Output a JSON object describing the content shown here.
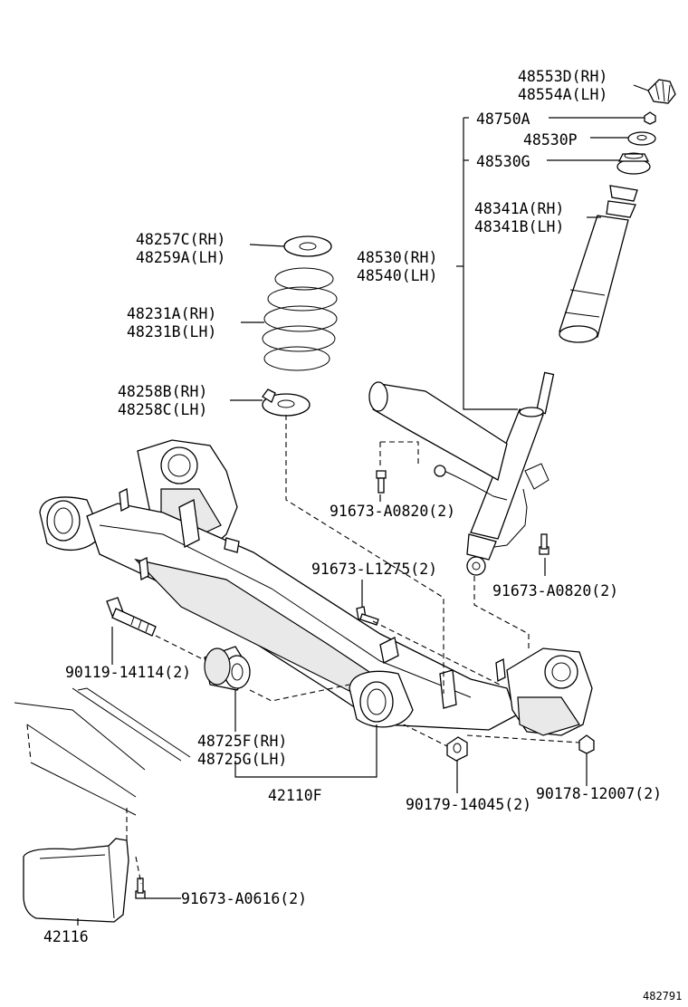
{
  "labels": {
    "p48553D": "48553D(RH)",
    "p48554A": "48554A(LH)",
    "p48750A": "48750A",
    "p48530P": "48530P",
    "p48530G": "48530G",
    "p48341A": "48341A(RH)",
    "p48341B": "48341B(LH)",
    "p48530": "48530(RH)",
    "p48540": "48540(LH)",
    "p48257C": "48257C(RH)",
    "p48259A": "48259A(LH)",
    "p48231A": "48231A(RH)",
    "p48231B": "48231B(LH)",
    "p48258B": "48258B(RH)",
    "p48258C": "48258C(LH)",
    "p91673A0820a": "91673-A0820(2)",
    "p91673L1275": "91673-L1275(2)",
    "p91673A0820b": "91673-A0820(2)",
    "p90119": "90119-14114(2)",
    "p48725F": "48725F(RH)",
    "p48725G": "48725G(LH)",
    "p42110F": "42110F",
    "p90179": "90179-14045(2)",
    "p90178": "90178-12007(2)",
    "p91673A0616": "91673-A0616(2)",
    "p42116": "42116"
  },
  "diagram_id": "482791"
}
